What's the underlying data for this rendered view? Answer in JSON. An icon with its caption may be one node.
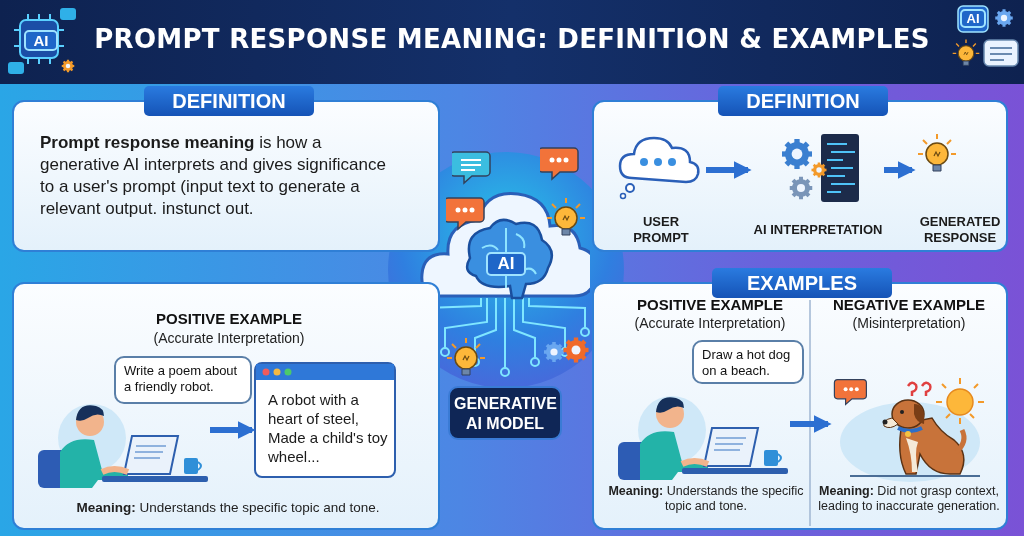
{
  "diagram": {
    "title": "PROMPT RESPONSE MEANING: DEFINITION & EXAMPLES",
    "nodes": [
      {
        "text": [
          "DEFINITION",
          "**Prompt response meaning** is how a generative AI interprets and gives significance to a user's prompt (input text to generate a relevant output. instunct out."
        ]
      },
      {
        "text": [
          "DEFINITION"
        ]
      },
      {
        "text": [
          "USER PROMPT"
        ],
        "in": 1
      },
      {
        "text": [
          "AI INTERPRETATION"
        ],
        "in": 1
      },
      {
        "text": [
          "GENERATED RESPONSE"
        ],
        "in": 1
      },
      {
        "text": [
          "POSITIVE EXAMPLE",
          "(Accurate Interpretation)",
          "**Meaning:** Understands the specific topic and tone."
        ]
      },
      {
        "text": [],
        "shape": "picture",
        "in": 5
      },
      {
        "text": [
          "Write a poem about a friendly robot."
        ],
        "in": 5
      },
      {
        "text": [
          "A robot with a heart of steel, Made a child's toy wheel..."
        ],
        "in": 5
      },
      {
        "text": [
          "GENERATIVE AI MODEL"
        ]
      },
      {
        "text": [
          "EXAMPLES"
        ]
      },
      {
        "text": [],
        "shape": "picture",
        "in": 10
      },
      {
        "text": [
          "Draw a hot dog on a beach."
        ],
        "in": 10
      },
      {
        "text": [],
        "shape": "picture",
        "in": 10
      }
    ],
    "edges": [
      {
        "from": 2,
        "to": 3,
        "arrow": "to"
      },
      {
        "from": 3,
        "to": 4,
        "arrow": "to"
      },
      {
        "from": 6,
        "to": 8,
        "arrow": "to"
      },
      {
        "from": 11,
        "to": 13,
        "arrow": "to"
      }
    ],
    "labels": [
      "AI",
      "AI",
      "AI",
      "POSITIVE EXAMPLE",
      "(Accurate Interpretation)",
      "**Meaning:** Understands the specific topic and tone.",
      "NEGATIVE EXAMPLE",
      "(Misinterpretation)",
      "**Meaning:** Did not grasp context, leading to inaccurate generation."
    ]
  }
}
